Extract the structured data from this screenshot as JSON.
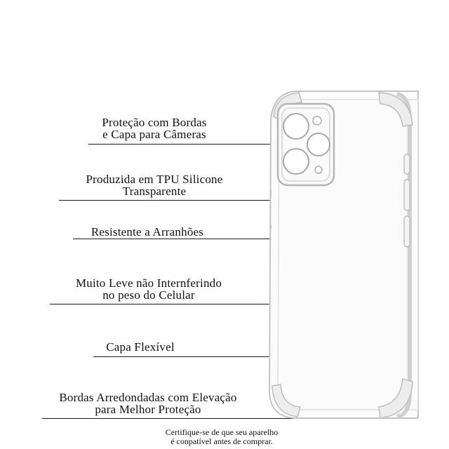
{
  "features": [
    {
      "lines": [
        "Proteção com Bordas",
        "e Capa para Câmeras"
      ]
    },
    {
      "lines": [
        "Produzida em TPU Silicone",
        "Transparente"
      ]
    },
    {
      "lines": [
        "Resistente a Arranhões"
      ]
    },
    {
      "lines": [
        "Muito Leve não Internferindo",
        "no peso do Celular"
      ]
    },
    {
      "lines": [
        "Capa Flexível"
      ]
    },
    {
      "lines": [
        "Bordas Arredondadas com Elevação",
        "para Melhor Proteção"
      ]
    }
  ],
  "note": {
    "lines": [
      "Certifique-se de que seu aparelho",
      "é conpatível antes de comprar."
    ]
  },
  "colors": {
    "text": "#111111",
    "rule": "#1a1a1a",
    "case_outline": "#b9b9b9"
  },
  "image": {
    "icon": "phone-case-illustration"
  }
}
